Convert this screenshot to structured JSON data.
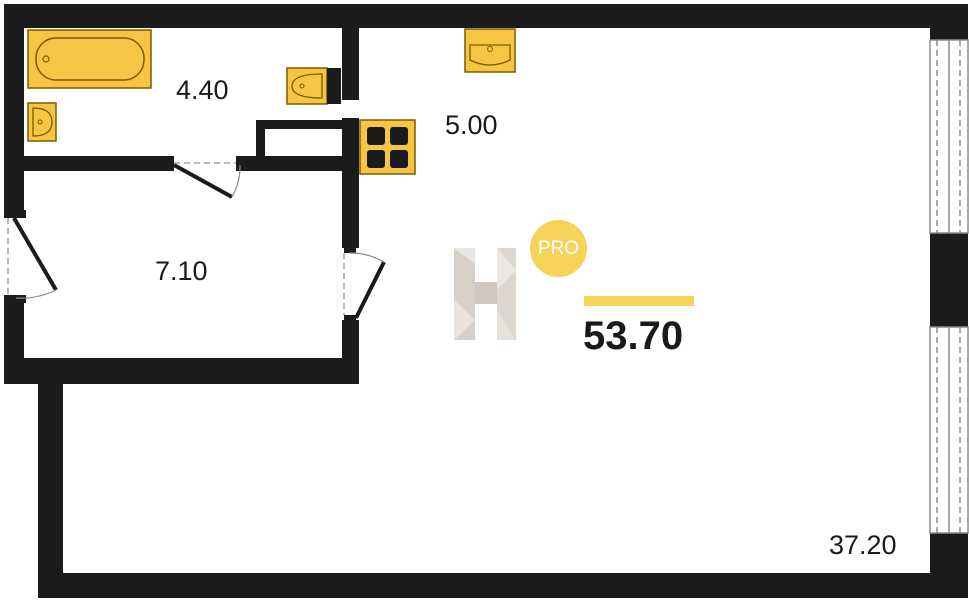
{
  "rooms": [
    {
      "id": "bathroom",
      "area": "4.40"
    },
    {
      "id": "kitchen",
      "area": "5.00"
    },
    {
      "id": "hallway",
      "area": "7.10"
    },
    {
      "id": "living-room",
      "area": "37.20"
    }
  ],
  "total_area": "53.70",
  "badge": "PRO",
  "colors": {
    "wall": "#1b1b1b",
    "fixture": "#f6c544",
    "fixture_stroke": "#7a5b00",
    "accent": "#f5d35a",
    "logo": "#d9d3cc"
  }
}
